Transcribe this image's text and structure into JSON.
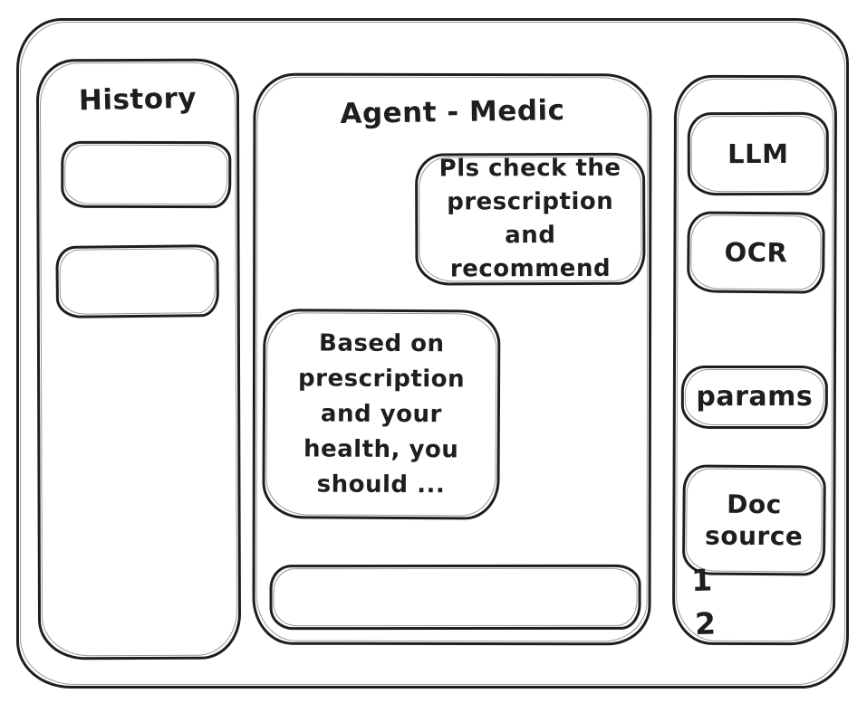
{
  "theme": {
    "ink": "#1e1e1e",
    "background": "#ffffff"
  },
  "history_panel": {
    "title": "History",
    "items": [
      {
        "label": ""
      },
      {
        "label": ""
      }
    ]
  },
  "chat_panel": {
    "title": "Agent - Medic",
    "messages": [
      {
        "role": "user",
        "text": "Pls check the prescription and recommend"
      },
      {
        "role": "assistant",
        "text": "Based on prescription and your health, you should ..."
      }
    ],
    "input": {
      "value": ""
    }
  },
  "tools_panel": {
    "llm_button": "LLM",
    "ocr_button": "OCR",
    "params_button": "params",
    "doc_source_button": "Doc source",
    "doc_source_items": [
      "1",
      "2"
    ]
  }
}
